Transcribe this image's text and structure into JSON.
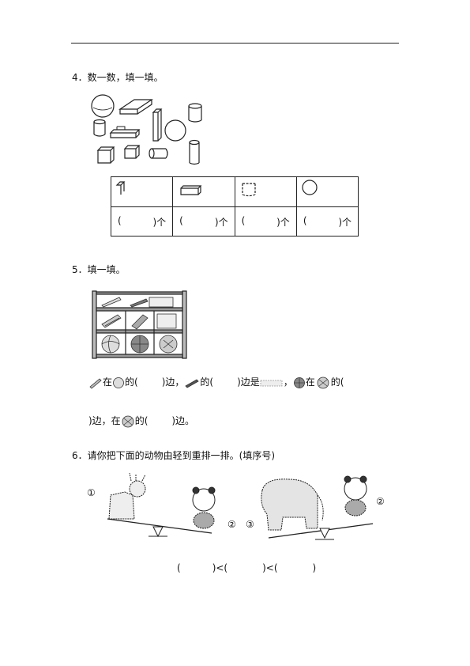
{
  "q4": {
    "title": "4．数一数，填一填。",
    "answer_open": "(",
    "answer_close": ")个",
    "categories": [
      "cuboid-like-prism",
      "rectangle-flat-prism",
      "cylinder",
      "sphere"
    ]
  },
  "q5": {
    "title": "5．填一填。",
    "line1": {
      "t1": "在",
      "t2": "的(",
      "t3": ")边，",
      "t4": "的(",
      "t5": ")边是",
      "t6": "，",
      "t7": "在",
      "t8": "的("
    },
    "line2": {
      "t1": ")边，在",
      "t2": "的(",
      "t3": ")边。"
    }
  },
  "q6": {
    "title": "6．请你把下面的动物由轻到重排一排。(填序号)",
    "label1": "①",
    "label2a": "②",
    "label2b": "②",
    "label3": "③",
    "answer": {
      "p1_open": "(",
      "p1_close": ")<(",
      "p2_close": ")<(",
      "p3_close": ")"
    }
  }
}
